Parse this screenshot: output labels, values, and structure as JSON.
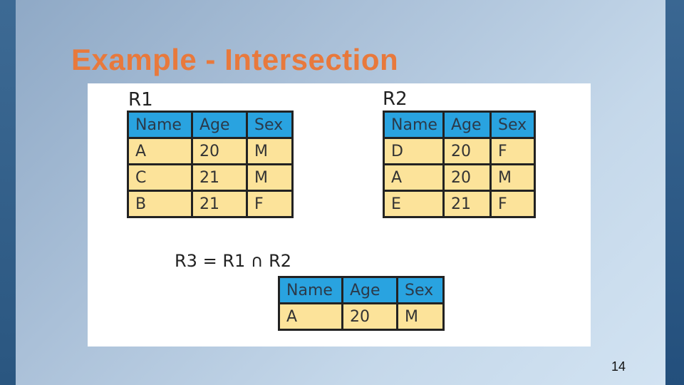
{
  "slide": {
    "title": "Example - Intersection",
    "page_number": "14"
  },
  "r1": {
    "label": "R1",
    "headers": [
      "Name",
      "Age",
      "Sex"
    ],
    "rows": [
      [
        "A",
        "20",
        "M"
      ],
      [
        "C",
        "21",
        "M"
      ],
      [
        "B",
        "21",
        "F"
      ]
    ]
  },
  "r2": {
    "label": "R2",
    "headers": [
      "Name",
      "Age",
      "Sex"
    ],
    "rows": [
      [
        "D",
        "20",
        "F"
      ],
      [
        "A",
        "20",
        "M"
      ],
      [
        "E",
        "21",
        "F"
      ]
    ]
  },
  "formula": "R3 = R1 ∩ R2",
  "r3": {
    "headers": [
      "Name",
      "Age",
      "Sex"
    ],
    "rows": [
      [
        "A",
        "20",
        "M"
      ]
    ]
  },
  "colors": {
    "title": "#e8793c",
    "header_fill": "#29a3e0",
    "cell_fill": "#fce39a"
  }
}
